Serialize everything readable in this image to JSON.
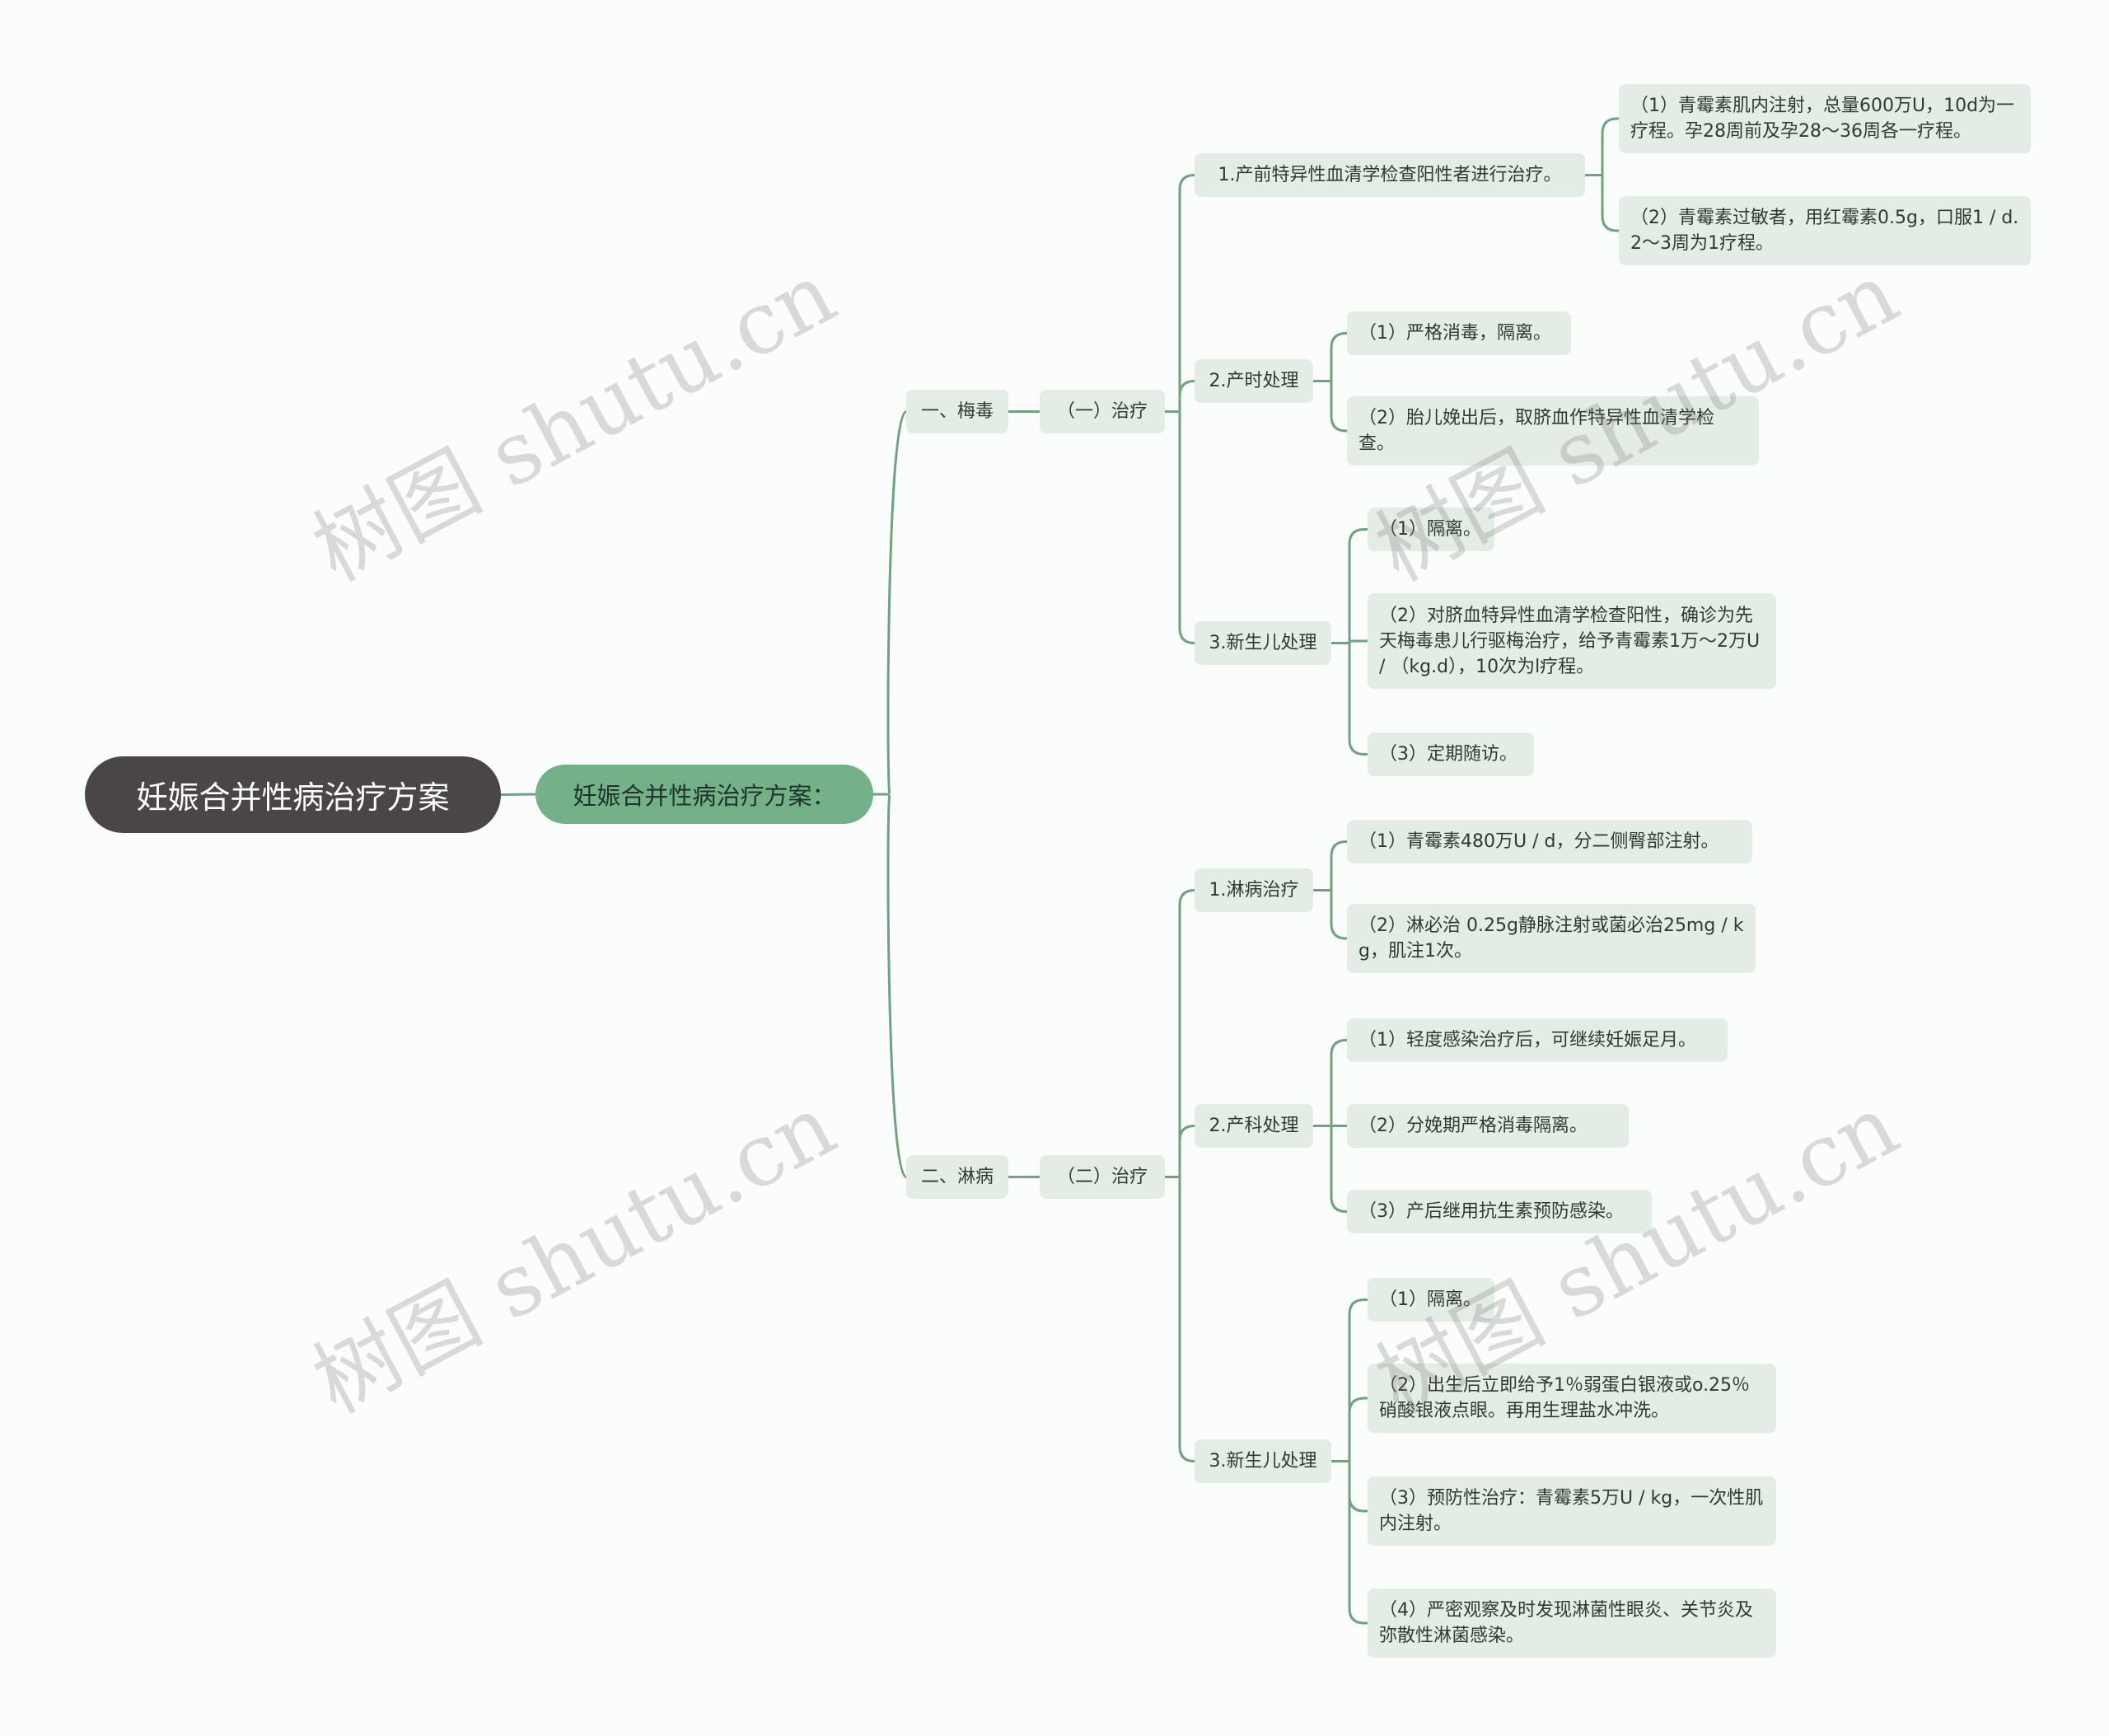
{
  "root": {
    "label": "妊娠合并性病治疗方案"
  },
  "hub": {
    "label": "妊娠合并性病治疗方案："
  },
  "branches": [
    {
      "label": "一、梅毒",
      "sub": "（一）治疗",
      "groups": [
        {
          "label": "1.产前特异性血清学检查阳性者进行治疗。",
          "items": [
            "（1）青霉素肌内注射，总量600万U，10d为一疗程。孕28周前及孕28～36周各一疗程。",
            "（2）青霉素过敏者，用红霉素0.5g，口服1 / d.2～3周为1疗程。"
          ]
        },
        {
          "label": "2.产时处理",
          "items": [
            "（1）严格消毒，隔离。",
            "（2）胎儿娩出后，取脐血作特异性血清学检查。"
          ]
        },
        {
          "label": "3.新生儿处理",
          "items": [
            "（1）隔离。",
            "（2）对脐血特异性血清学检查阳性，确诊为先天梅毒患儿行驱梅治疗，给予青霉素1万～2万U / （kg.d），10次为l疗程。",
            "（3）定期随访。"
          ]
        }
      ]
    },
    {
      "label": "二、淋病",
      "sub": "（二）治疗",
      "groups": [
        {
          "label": "1.淋病治疗",
          "items": [
            "（1）青霉素480万U / d，分二侧臀部注射。",
            "（2）淋必治 0.25g静脉注射或菌必治25mg / kg，肌注1次。"
          ]
        },
        {
          "label": "2.产科处理",
          "items": [
            "（1）轻度感染治疗后，可继续妊娠足月。",
            "（2）分娩期严格消毒隔离。",
            "（3）产后继用抗生素预防感染。"
          ]
        },
        {
          "label": "3.新生儿处理",
          "items": [
            "（1）隔离。",
            "（2）出生后立即给予1％弱蛋白银液或o.25％硝酸银液点眼。再用生理盐水冲洗。",
            "（3）预防性治疗：青霉素5万U / kg，一次性肌内注射。",
            "（4）严密观察及时发现淋菌性眼炎、关节炎及弥散性淋菌感染。"
          ]
        }
      ]
    }
  ],
  "watermark": "树图 shutu.cn",
  "colors": {
    "line": "#6fa27f",
    "node_bg": "#e3ede6",
    "root_bg": "#4a4646",
    "hub_bg": "#74b088"
  }
}
